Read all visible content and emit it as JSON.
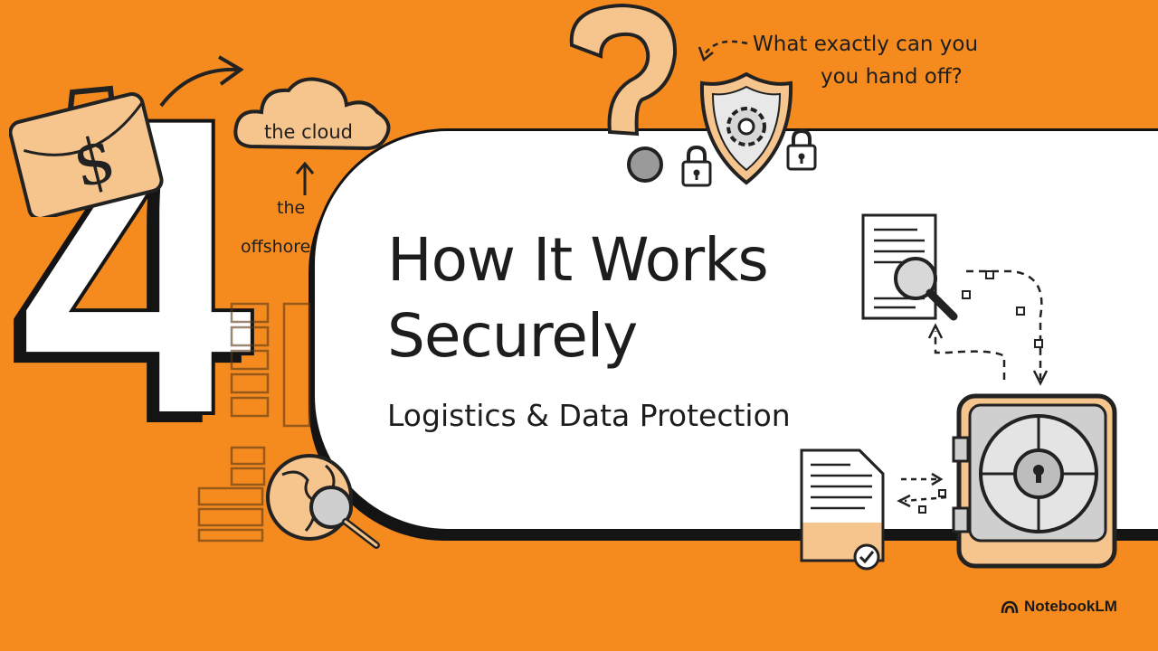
{
  "slide": {
    "number": "4",
    "title_line1": "How It Works",
    "title_line2": "Securely",
    "subtitle": "Logistics & Data Protection"
  },
  "annotations": {
    "cloud_label": "the cloud",
    "offshore_line1": "the",
    "offshore_line2": "offshore",
    "question_line1": "What exactly can you",
    "question_line2": "you hand off?"
  },
  "brand": {
    "name": "NotebookLM",
    "icon": "notebooklm-logo-icon"
  },
  "colors": {
    "background": "#f58a1f",
    "card": "#ffffff",
    "ink": "#1d1d1d",
    "sketch_fill": "#f6c58e"
  },
  "icons": [
    "money-briefcase-icon",
    "arrow-icon",
    "cloud-icon",
    "question-mark-icon",
    "shield-gear-icon",
    "padlock-icon",
    "server-rack-icon",
    "globe-magnifier-icon",
    "document-search-icon",
    "document-check-icon",
    "vault-safe-icon"
  ]
}
